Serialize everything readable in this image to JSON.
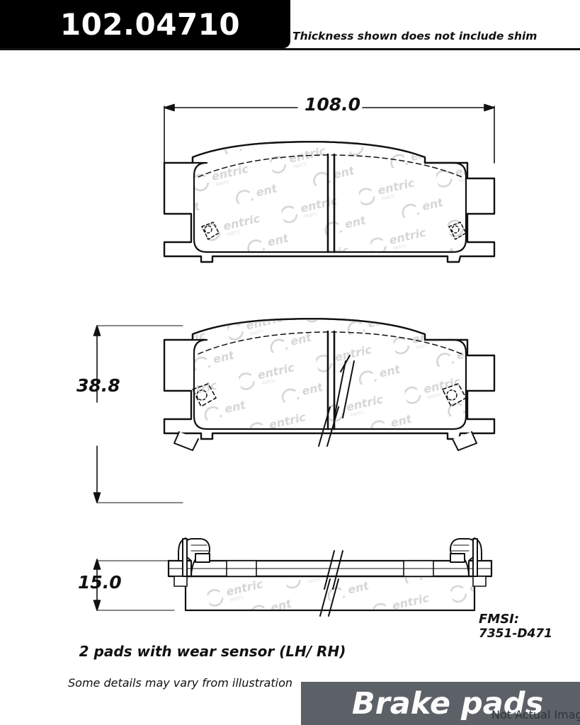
{
  "header": {
    "part_number": "102.04710",
    "note": "Thickness shown does not include shim"
  },
  "dimensions": {
    "width_label": "108.0",
    "height_label": "38.8",
    "thickness_label": "15.0"
  },
  "fmsi": {
    "key": "FMSI:",
    "value": "7351-D471"
  },
  "caption": "2 pads with wear sensor (LH/ RH)",
  "disclaimer": "Some details may vary from illustration",
  "footer": {
    "title": "Brake pads",
    "subtitle": "Not Actual Image"
  },
  "watermark": {
    "text": "Centric"
  },
  "colors": {
    "header_banner": "#000000",
    "footer_banner": "#5b6167",
    "line": "#111111",
    "watermark": "#d9d9d9"
  },
  "views": [
    {
      "name": "front-view",
      "label": "front view with friction surface"
    },
    {
      "name": "back-view",
      "label": "view with wear sensor mounting points"
    },
    {
      "name": "edge-view",
      "label": "edge view with wear sensor clips"
    }
  ]
}
